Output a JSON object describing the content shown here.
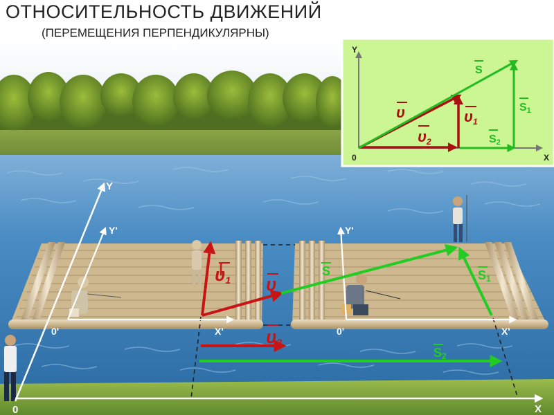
{
  "header": {
    "title": "ОТНОСИТЕЛЬНОСТЬ ДВИЖЕНИЙ",
    "subtitle": "(ПЕРЕМЕЩЕНИЯ ПЕРПЕНДИКУЛЯРНЫ)"
  },
  "inset": {
    "axis_y": "Y",
    "axis_x": "X",
    "origin": "0",
    "vec_v": "υ",
    "vec_v1": "υ",
    "vec_v1_sub": "1",
    "vec_v2": "υ",
    "vec_v2_sub": "2",
    "vec_s": "S",
    "vec_s1": "S",
    "vec_s1_sub": "1",
    "vec_s2": "S",
    "vec_s2_sub": "2"
  },
  "scene": {
    "ground_y": "Y",
    "ground_x": "X",
    "ground_origin": "0",
    "raft1_y": "Y'",
    "raft1_x": "X'",
    "raft1_origin": "0'",
    "raft2_y": "Y'",
    "raft2_x": "X'",
    "raft2_origin": "0'",
    "vec_v": "υ",
    "vec_v1": "υ",
    "vec_v1_sub": "1",
    "vec_v2": "υ",
    "vec_v2_sub": "2",
    "vec_s": "S",
    "vec_s1": "S",
    "vec_s1_sub": "1",
    "vec_s2": "S",
    "vec_s2_sub": "2"
  },
  "colors": {
    "red_vector": "#c81414",
    "green_vector": "#22cc22",
    "inset_bg": "#ccf593",
    "inset_red": "#aa1010",
    "inset_green": "#22bb22",
    "water": "#3f82be",
    "grass": "#86a83c",
    "raft": "#d6c39f"
  }
}
